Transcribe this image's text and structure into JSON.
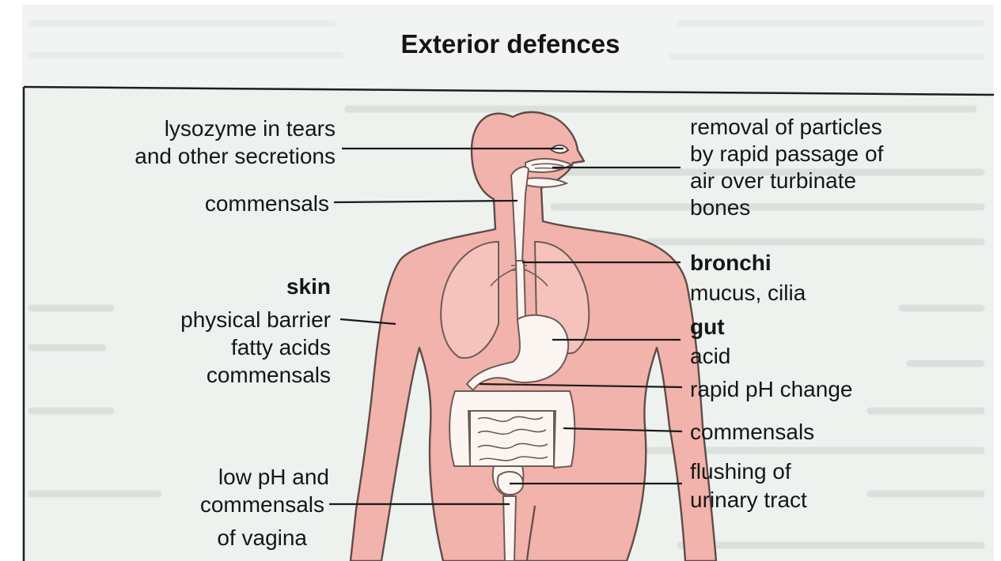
{
  "title": "Exterior defences",
  "colors": {
    "body_fill": "#f1b3ab",
    "body_outline": "#5f4c49",
    "organ_fill": "#fbf5f2",
    "page_bg": "#ffffff",
    "paper_tint": "#edf2ef"
  },
  "labels": {
    "lysozyme": [
      "lysozyme in tears",
      "and other secretions"
    ],
    "commensals_throat": [
      "commensals"
    ],
    "skin_title": "skin",
    "skin": [
      "physical barrier",
      "fatty acids",
      "commensals"
    ],
    "vagina": [
      "low pH and",
      "commensals",
      "of vagina"
    ],
    "nose": [
      "removal of particles",
      "by rapid passage of",
      "air over turbinate",
      "bones"
    ],
    "bronchi_title": "bronchi",
    "bronchi": [
      "mucus, cilia"
    ],
    "gut_title": "gut",
    "gut": [
      "acid"
    ],
    "ph_change": [
      "rapid pH change"
    ],
    "commensals_intestine": [
      "commensals"
    ],
    "urinary": [
      "flushing of",
      "urinary tract"
    ]
  }
}
